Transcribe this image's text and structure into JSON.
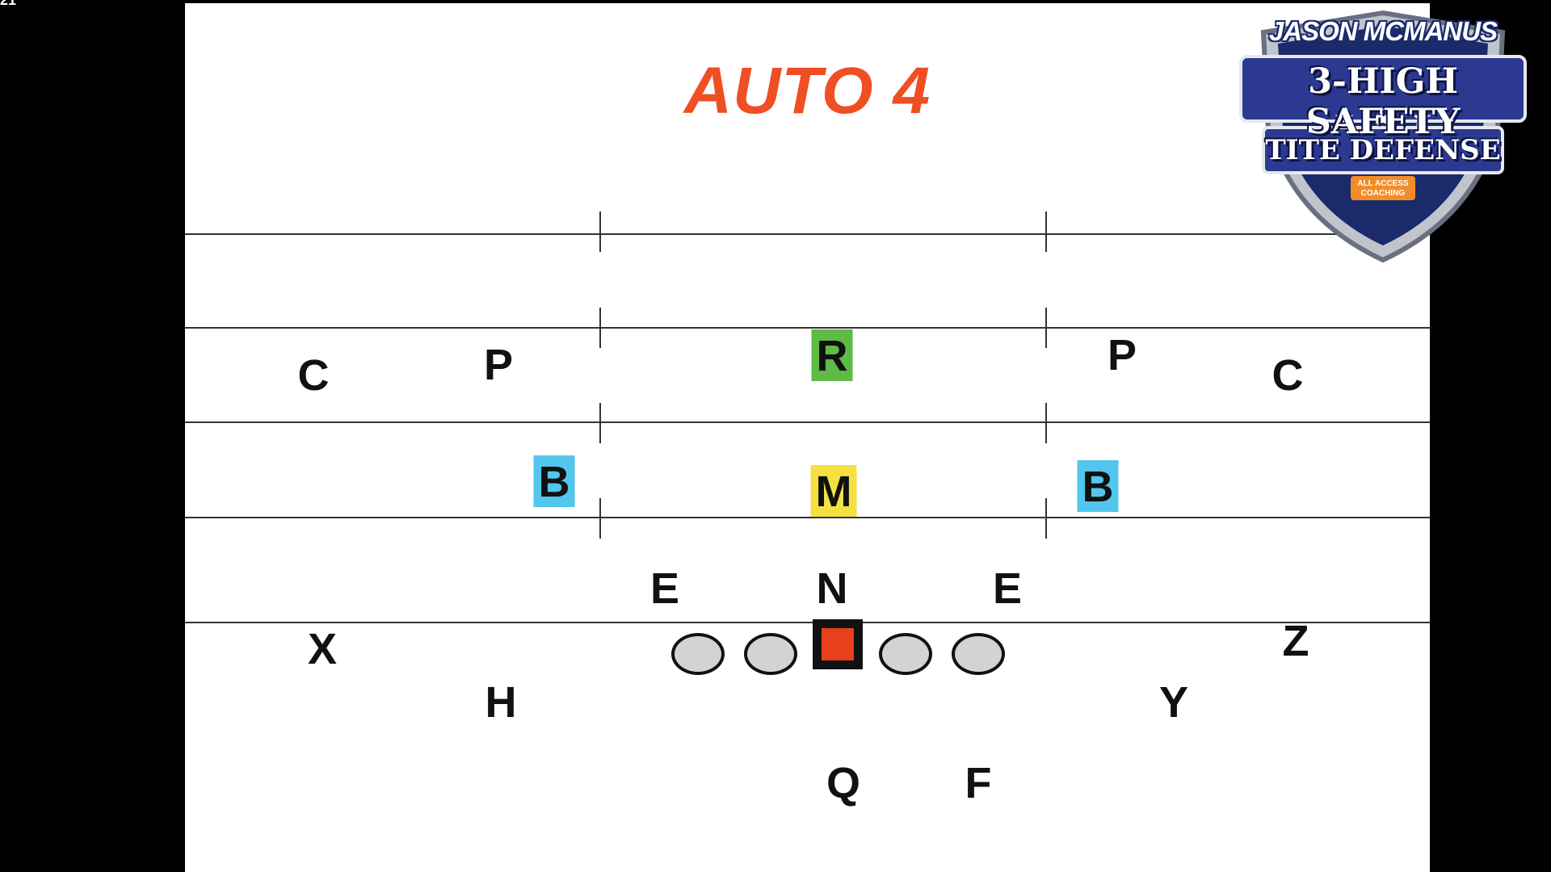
{
  "corner_text": "21",
  "diagram": {
    "title": "AUTO 4",
    "title_color": "#f04e23",
    "defense": [
      {
        "id": "corner-left",
        "label": "C"
      },
      {
        "id": "safety-p-left",
        "label": "P"
      },
      {
        "id": "safety-r",
        "label": "R",
        "highlight": "#5dbb46"
      },
      {
        "id": "safety-p-right",
        "label": "P"
      },
      {
        "id": "corner-right",
        "label": "C"
      },
      {
        "id": "linebacker-b-left",
        "label": "B",
        "highlight": "#52c6ec"
      },
      {
        "id": "linebacker-m",
        "label": "M",
        "highlight": "#f5e042"
      },
      {
        "id": "linebacker-b-right",
        "label": "B",
        "highlight": "#52c6ec"
      },
      {
        "id": "end-left",
        "label": "E"
      },
      {
        "id": "nose",
        "label": "N"
      },
      {
        "id": "end-right",
        "label": "E"
      }
    ],
    "offense": [
      {
        "id": "receiver-x",
        "label": "X"
      },
      {
        "id": "back-h",
        "label": "H"
      },
      {
        "id": "quarterback-q",
        "label": "Q"
      },
      {
        "id": "back-f",
        "label": "F"
      },
      {
        "id": "tight-end-y",
        "label": "Y"
      },
      {
        "id": "receiver-z",
        "label": "Z"
      }
    ],
    "center_color": "#e8401c",
    "offensive_line_color": "#d3d3d3"
  },
  "badge": {
    "owner": "JASON MCMANUS",
    "line1": "3-HIGH SAFETY",
    "line2": "TITE DEFENSE",
    "sub": "ALL ACCESS COACHING",
    "colors": {
      "shield": "#1b2a6b",
      "banner": "#2b3990",
      "accent": "#f28c28",
      "frame": "#c0c4cc"
    }
  }
}
